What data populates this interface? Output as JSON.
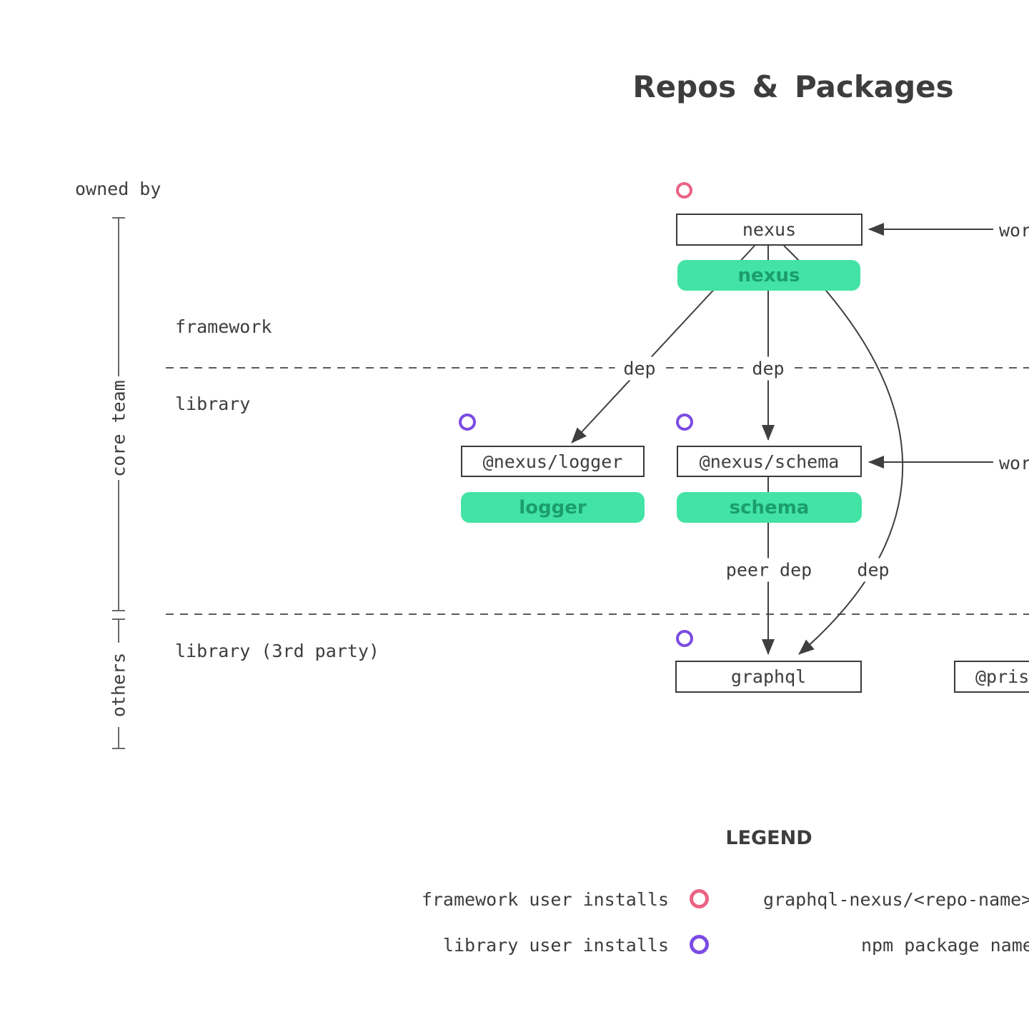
{
  "title": "Repos & Packages",
  "colors": {
    "package_badge_bg": "#42e3a5",
    "package_badge_text": "#1b9e6c",
    "framework_install_ring": "#eb6285",
    "library_install_ring": "#7b4be3",
    "ink": "#3d3d3d"
  },
  "axis": {
    "owned_by": "owned by",
    "groups": [
      {
        "label": "core team"
      },
      {
        "label": "others"
      }
    ],
    "rows": [
      {
        "label": "framework"
      },
      {
        "label": "library"
      },
      {
        "label": "library (3rd party)"
      }
    ]
  },
  "nodes": {
    "nexus": {
      "repo": "nexus",
      "package": "nexus"
    },
    "logger": {
      "repo": "@nexus/logger",
      "package": "logger"
    },
    "schema": {
      "repo": "@nexus/schema",
      "package": "schema"
    },
    "graphql": {
      "repo": "graphql"
    },
    "prisma": {
      "repo": "@prisma"
    }
  },
  "edges": {
    "nexus_logger": "dep",
    "nexus_schema": "dep",
    "schema_graphql": "peer dep",
    "nexus_graphql": "dep",
    "works_on_top": "wor",
    "works_on_middle": "wor"
  },
  "legend": {
    "heading": "LEGEND",
    "rows": [
      {
        "left": "framework user installs",
        "marker": "pink-ring",
        "right": "graphql-nexus/<repo-name>"
      },
      {
        "left": "library user installs",
        "marker": "purple-ring",
        "right": "npm package name"
      }
    ]
  }
}
